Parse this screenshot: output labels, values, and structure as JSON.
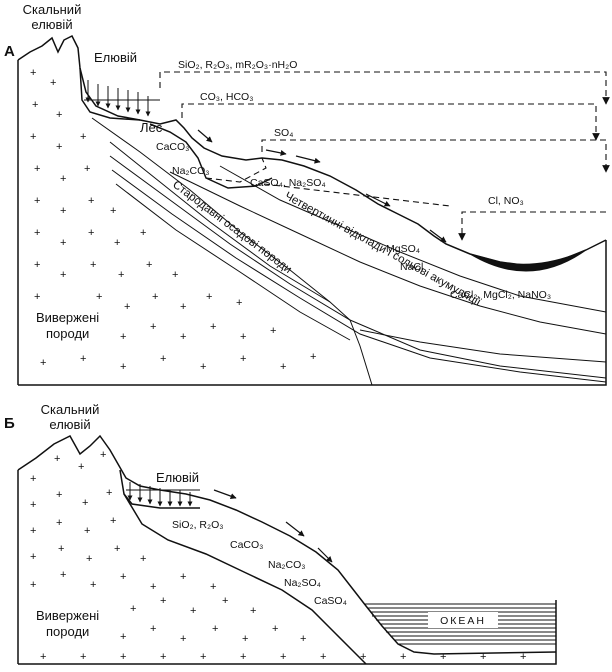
{
  "panel_a": {
    "letter": "А",
    "rocky_eluvium": [
      "Скальний",
      "елювій"
    ],
    "eluvium": "Елювій",
    "loess": "Лес",
    "igneous": [
      "Вивержені",
      "породи"
    ],
    "ancient_sediments": "Стародавні осадові породи",
    "quaternary": "Четвертинні відклади і сольові акумуляції",
    "chem_top": "SiO₂, R₂O₃, mR₂O₃·nH₂O",
    "chem_co3": "CO₃, HCO₃",
    "chem_so4": "SO₄",
    "chem_caco3": "CaCO₃",
    "chem_na2co3": "Na₂CO₃",
    "chem_caso4": "CaSO₄, Na₂SO₄",
    "chem_clno3": "Cl, NO₃",
    "chem_mgso4": "MgSO₄",
    "chem_nacl": "NaCl",
    "chem_chlorides": "CaCl₂, MgCl₂, NaNO₃"
  },
  "panel_b": {
    "letter": "Б",
    "rocky_eluvium": [
      "Скальний",
      "елювій"
    ],
    "eluvium": "Елювій",
    "igneous": [
      "Вивержені",
      "породи"
    ],
    "chem_sio2": "SiO₂, R₂O₃",
    "chem_caco3": "CaCO₃",
    "chem_na2co3": "Na₂CO₃",
    "chem_na2so4": "Na₂SO₄",
    "chem_caso4": "CaSO₄",
    "ocean": "ОКЕАН"
  }
}
